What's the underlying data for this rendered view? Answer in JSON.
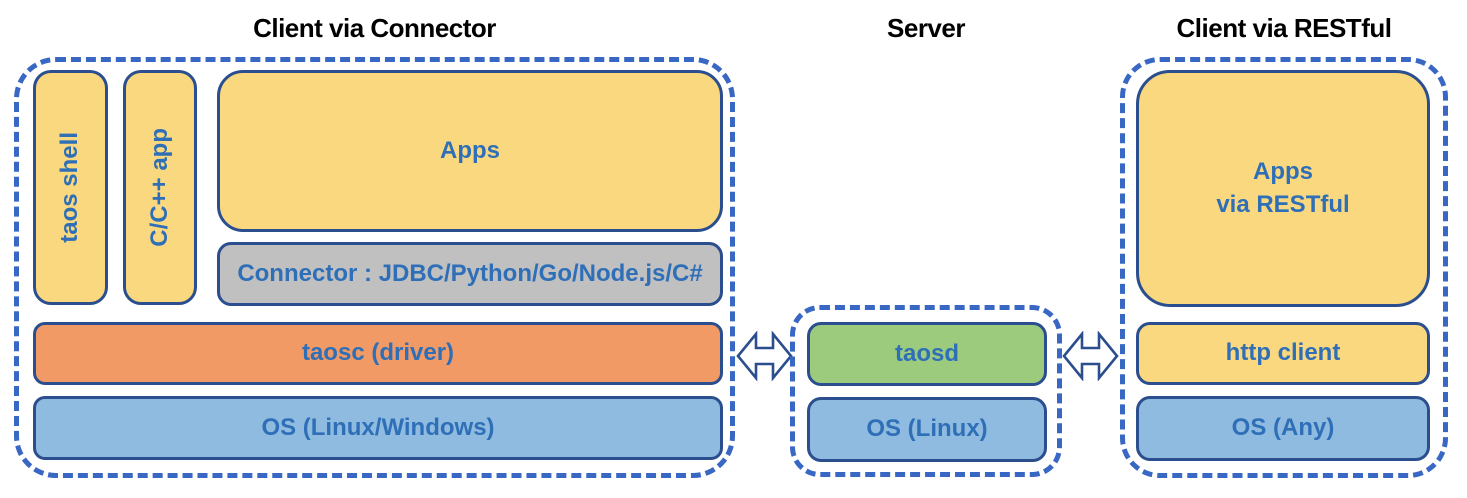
{
  "diagram": {
    "titles": {
      "connector_section": "Client via Connector",
      "server_section": "Server",
      "restful_section": "Client via RESTful"
    },
    "connector_section": {
      "taos_shell": "taos shell",
      "c_cpp_app": "C/C++ app",
      "apps": "Apps",
      "connector": "Connector : JDBC/Python/Go/Node.js/C#",
      "taosc": "taosc (driver)",
      "os": "OS (Linux/Windows)"
    },
    "server_section": {
      "taosd": "taosd",
      "os": "OS (Linux)"
    },
    "restful_section": {
      "apps": "Apps\nvia RESTful",
      "http_client": "http client",
      "os": "OS (Any)"
    },
    "icons": {
      "left_arrow": "bidirectional-arrow",
      "right_arrow": "bidirectional-arrow"
    },
    "colors": {
      "box_yellow": "#FAD880",
      "box_orange": "#F19A66",
      "box_blue": "#90BBE0",
      "box_green": "#9CCB7E",
      "box_gray": "#C0C0C0",
      "box_border": "#2B4F8E",
      "dashed_border": "#3867C4",
      "label_text": "#2E6FB7",
      "title_text": "#000000"
    }
  }
}
